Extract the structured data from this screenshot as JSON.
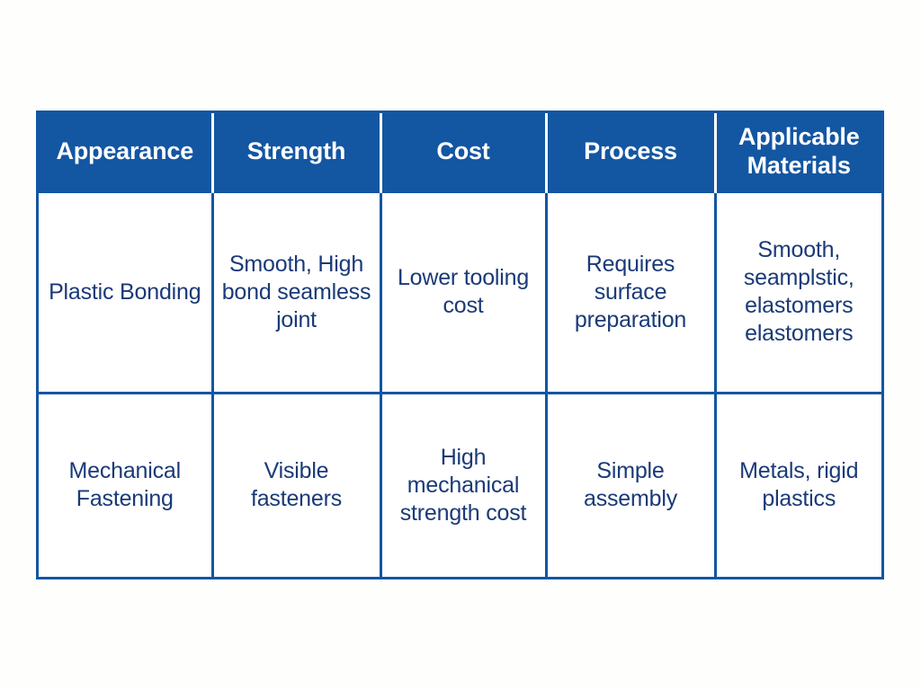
{
  "table": {
    "headers": [
      "Appearance",
      "Strength",
      "Cost",
      "Process",
      "Applicable Materials"
    ],
    "rows": [
      {
        "method": "Plastic Bonding",
        "strength": "Smooth, High bond seamless joint",
        "cost": "Lower tooling cost",
        "process": "Requires surface preparation",
        "materials": "Smooth, seamplstic, elastomers elastomers"
      },
      {
        "method": "Mechanical Fastening",
        "strength": "Visible fasteners",
        "cost": "High mechanical strength cost",
        "process": "Simple assembly",
        "materials": "Metals, rigid plastics"
      }
    ]
  },
  "watermark": {
    "text": ""
  },
  "colors": {
    "header_background": "#1356a2",
    "header_text": "#ffffff",
    "body_text": "#1a3a77",
    "border": "#1356a2",
    "page_background": "#fefefd",
    "cell_background": "#ffffff"
  }
}
